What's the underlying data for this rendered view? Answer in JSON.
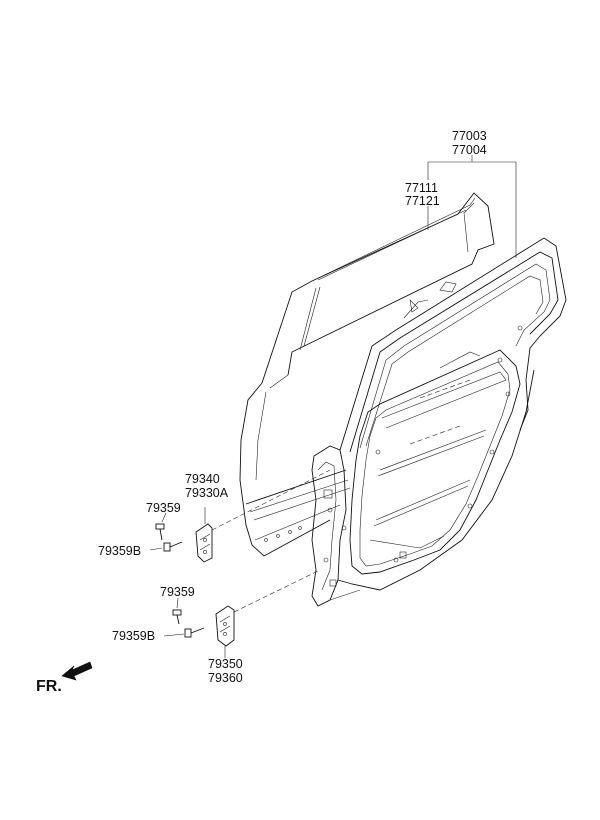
{
  "labels": {
    "door_assy_lh": "77003",
    "door_assy_rh": "77004",
    "outer_panel_lh": "77111",
    "outer_panel_rh": "77121",
    "upper_hinge_lh": "79340",
    "upper_hinge_rh": "79330A",
    "upper_bolt": "79359",
    "upper_bolt_b": "79359B",
    "lower_bolt": "79359",
    "lower_bolt_b": "79359B",
    "lower_hinge_lh": "79350",
    "lower_hinge_rh": "79360",
    "front_marker": "FR."
  }
}
